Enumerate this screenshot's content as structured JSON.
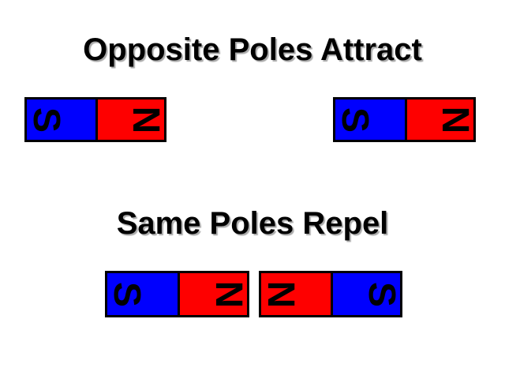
{
  "slide": {
    "background": "#ffffff"
  },
  "colors": {
    "background": "#ffffff",
    "south": "#0000fe",
    "north": "#fe0000",
    "border": "#000000",
    "text": "#000000",
    "shadow": "#aaaaaa"
  },
  "sections": [
    {
      "title": "Opposite Poles Attract",
      "magnets": [
        {
          "poles": [
            {
              "label": "S",
              "type": "south"
            },
            {
              "label": "N",
              "type": "north"
            }
          ]
        },
        {
          "poles": [
            {
              "label": "S",
              "type": "south"
            },
            {
              "label": "N",
              "type": "north"
            }
          ]
        }
      ]
    },
    {
      "title": "Same Poles Repel",
      "magnets": [
        {
          "poles": [
            {
              "label": "S",
              "type": "south"
            },
            {
              "label": "N",
              "type": "north"
            }
          ]
        },
        {
          "poles": [
            {
              "label": "N",
              "type": "north"
            },
            {
              "label": "S",
              "type": "south"
            }
          ]
        }
      ]
    }
  ]
}
